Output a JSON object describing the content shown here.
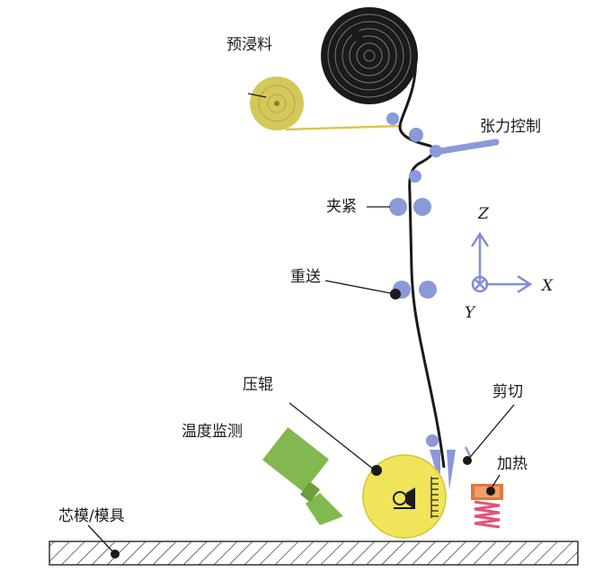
{
  "labels": {
    "prepreg": "预浸料",
    "tension_control": "张力控制",
    "clamp": "夹紧",
    "refeed": "重送",
    "compaction_roller": "压辊",
    "temperature_monitor": "温度监测",
    "cut": "剪切",
    "heating": "加热",
    "mandrel": "芯模/模具"
  },
  "axes": {
    "z": "Z",
    "x": "X",
    "y": "Y"
  },
  "colors": {
    "spool_black": "#1a1a1a",
    "bobbin_yellow": "#d4c85a",
    "roller_yellow": "#efe45a",
    "guide_blue": "#8a99d8",
    "camera_green": "#82b84f",
    "heater_orange": "#e07840",
    "heater_coil": "#e2547a",
    "axis_blue": "#7f8fd6"
  }
}
